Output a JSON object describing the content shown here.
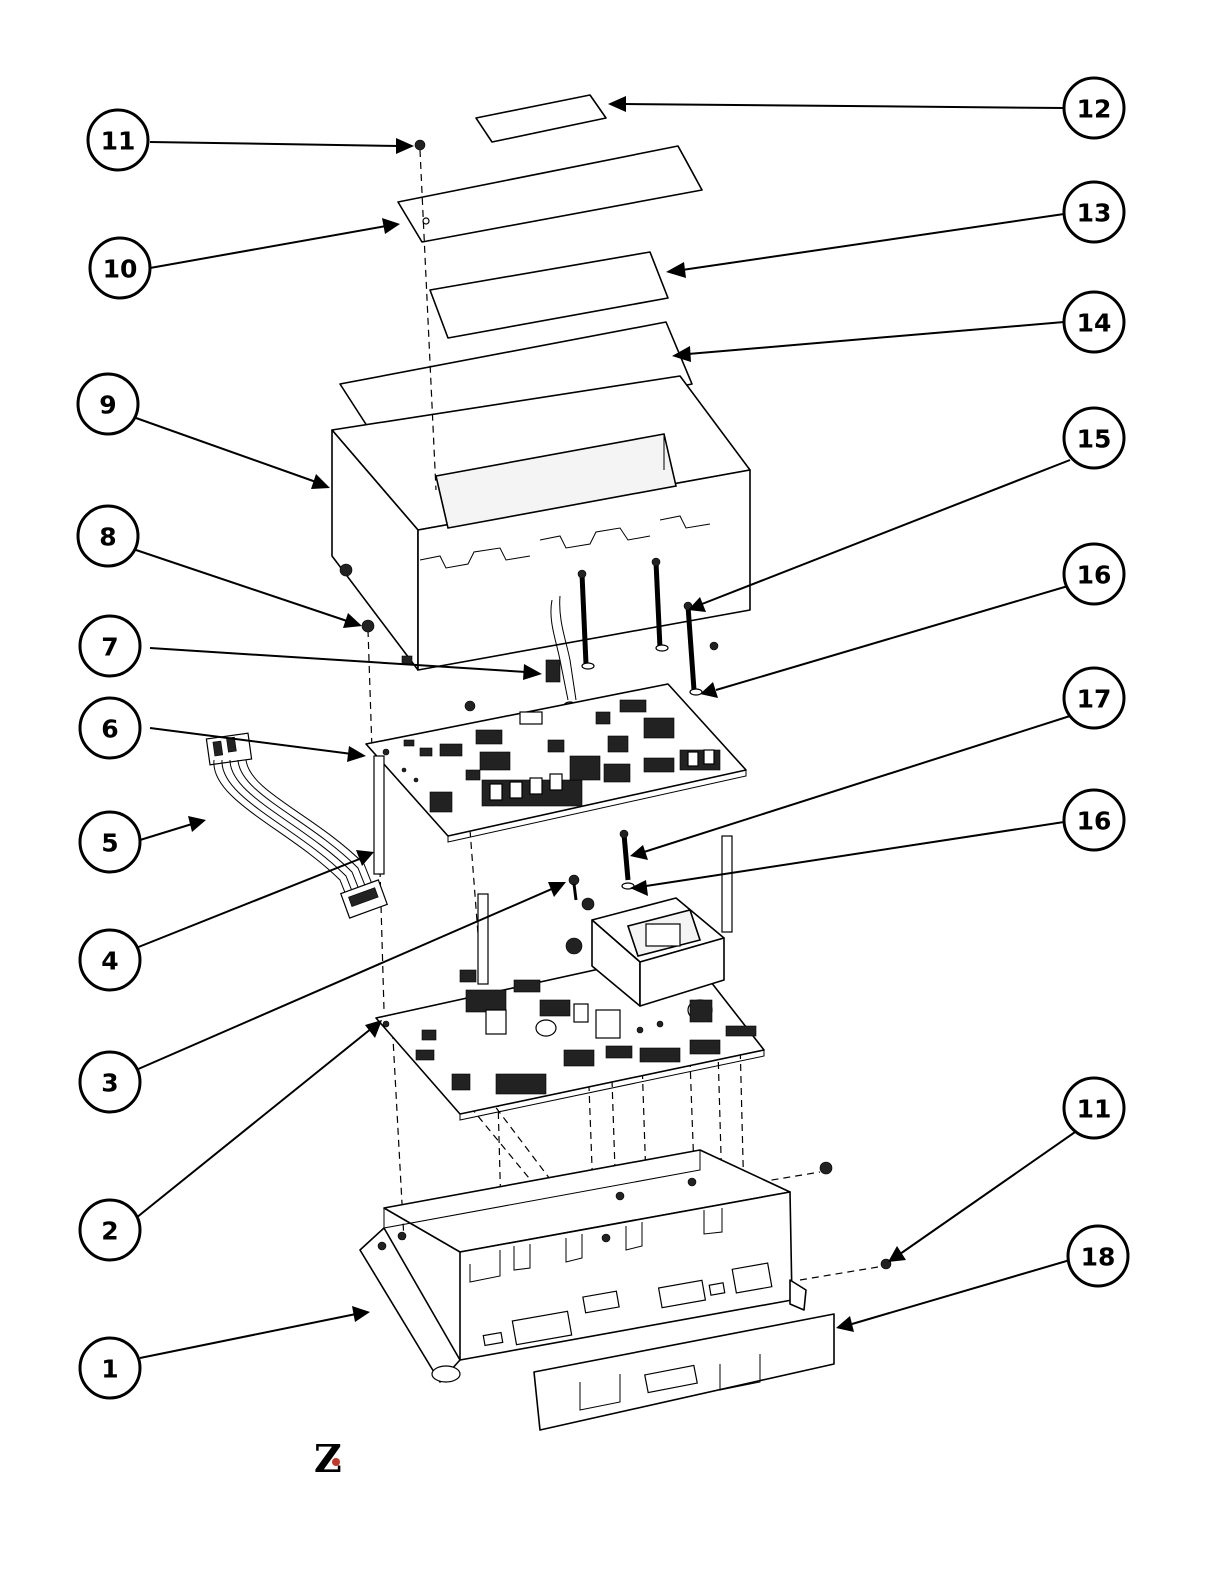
{
  "callouts": [
    {
      "id": "11a",
      "label": "11"
    },
    {
      "id": "10",
      "label": "10"
    },
    {
      "id": "9",
      "label": "9"
    },
    {
      "id": "8",
      "label": "8"
    },
    {
      "id": "7",
      "label": "7"
    },
    {
      "id": "6",
      "label": "6"
    },
    {
      "id": "5",
      "label": "5"
    },
    {
      "id": "4",
      "label": "4"
    },
    {
      "id": "3",
      "label": "3"
    },
    {
      "id": "2",
      "label": "2"
    },
    {
      "id": "1",
      "label": "1"
    },
    {
      "id": "12",
      "label": "12"
    },
    {
      "id": "13",
      "label": "13"
    },
    {
      "id": "14",
      "label": "14"
    },
    {
      "id": "15",
      "label": "15"
    },
    {
      "id": "16a",
      "label": "16"
    },
    {
      "id": "17",
      "label": "17"
    },
    {
      "id": "16b",
      "label": "16"
    },
    {
      "id": "11b",
      "label": "11"
    },
    {
      "id": "18",
      "label": "18"
    }
  ],
  "logo": {
    "text": "Z"
  }
}
